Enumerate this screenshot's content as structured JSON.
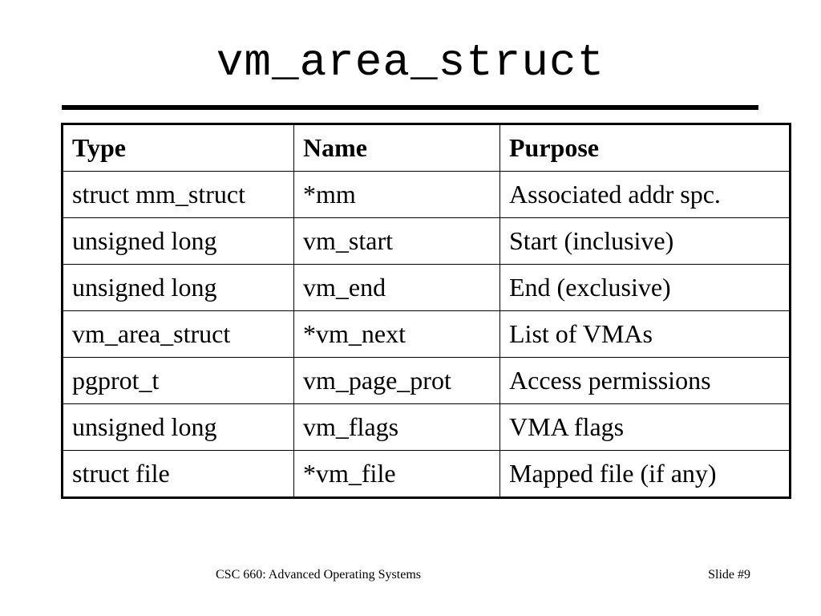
{
  "slide": {
    "title": "vm_area_struct",
    "table": {
      "headers": [
        "Type",
        "Name",
        "Purpose"
      ],
      "rows": [
        [
          "struct mm_struct",
          "*mm",
          "Associated addr spc."
        ],
        [
          "unsigned long",
          "vm_start",
          "Start (inclusive)"
        ],
        [
          "unsigned long",
          "vm_end",
          "End (exclusive)"
        ],
        [
          "vm_area_struct",
          "*vm_next",
          "List of VMAs"
        ],
        [
          "pgprot_t",
          "vm_page_prot",
          "Access permissions"
        ],
        [
          "unsigned long",
          "vm_flags",
          "VMA flags"
        ],
        [
          "struct file",
          "*vm_file",
          "Mapped file (if any)"
        ]
      ]
    },
    "footer": {
      "course": "CSC 660: Advanced Operating Systems",
      "slide_number": "Slide #9"
    }
  }
}
